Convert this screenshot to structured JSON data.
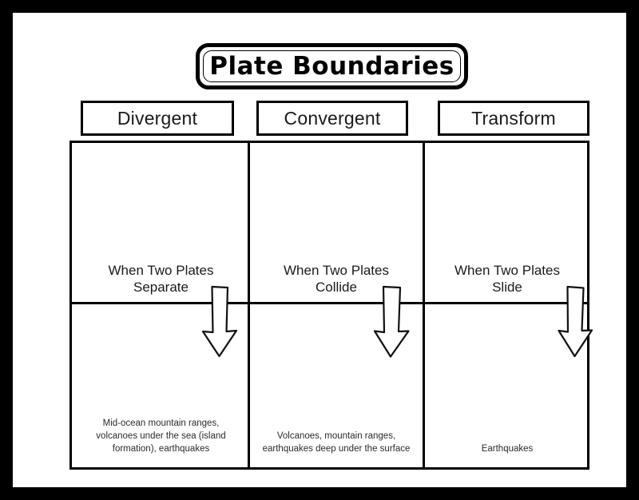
{
  "poster": {
    "title": "Plate Boundaries",
    "frame_color": "#000000",
    "page_color": "#ffffff",
    "text_color": "#1a1a1a"
  },
  "columns": [
    {
      "header": "Divergent",
      "motion": "When Two Plates\nSeparate",
      "arrow": "down-arrow-icon",
      "results": "Mid-ocean mountain ranges, volcanoes under the sea (island formation), earthquakes"
    },
    {
      "header": "Convergent",
      "motion": "When Two Plates\nCollide",
      "arrow": "down-arrow-icon",
      "results": "Volcanoes, mountain ranges, earthquakes deep under the surface"
    },
    {
      "header": "Transform",
      "motion": "When Two Plates\nSlide",
      "arrow": "down-arrow-icon",
      "results": "Earthquakes"
    }
  ]
}
